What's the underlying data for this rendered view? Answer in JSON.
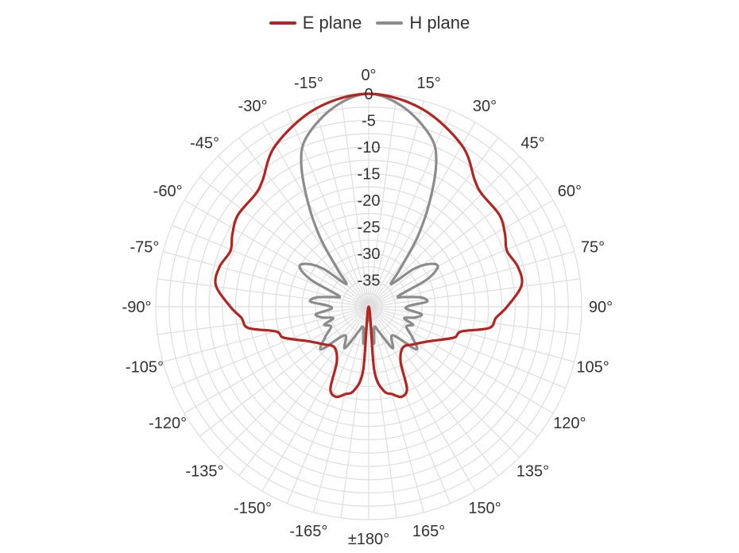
{
  "chart_data": {
    "type": "polar-line",
    "legend_position": "top",
    "angle_unit": "°",
    "angle_ticks": [
      "0°",
      "15°",
      "30°",
      "45°",
      "60°",
      "75°",
      "90°",
      "105°",
      "120°",
      "135°",
      "150°",
      "165°",
      "±180°",
      "-165°",
      "-150°",
      "-135°",
      "-120°",
      "-105°",
      "-90°",
      "-75°",
      "-60°",
      "-45°",
      "-30°",
      "-15°"
    ],
    "radial_ticks": [
      "0",
      "-5",
      "-10",
      "-15",
      "-20",
      "-25",
      "-30",
      "-35"
    ],
    "rlim": [
      -40,
      0
    ],
    "series": [
      {
        "name": "E plane",
        "color": "#b5231e",
        "points": [
          [
            0,
            0
          ],
          [
            15,
            -1.5
          ],
          [
            30,
            -5
          ],
          [
            40,
            -9
          ],
          [
            45,
            -10
          ],
          [
            55,
            -10
          ],
          [
            62,
            -11
          ],
          [
            68,
            -12
          ],
          [
            75,
            -11
          ],
          [
            82,
            -11
          ],
          [
            90,
            -14
          ],
          [
            95,
            -16
          ],
          [
            100,
            -17
          ],
          [
            105,
            -22
          ],
          [
            110,
            -23
          ],
          [
            120,
            -27
          ],
          [
            130,
            -29
          ],
          [
            140,
            -30
          ],
          [
            150,
            -28
          ],
          [
            155,
            -23
          ],
          [
            160,
            -22
          ],
          [
            165,
            -23
          ],
          [
            170,
            -24
          ],
          [
            175,
            -28
          ],
          [
            180,
            -40
          ],
          [
            -175,
            -28
          ],
          [
            -170,
            -24
          ],
          [
            -165,
            -23
          ],
          [
            -160,
            -22
          ],
          [
            -155,
            -23
          ],
          [
            -150,
            -28
          ],
          [
            -140,
            -30
          ],
          [
            -130,
            -29
          ],
          [
            -120,
            -27
          ],
          [
            -110,
            -23
          ],
          [
            -105,
            -22
          ],
          [
            -100,
            -17
          ],
          [
            -95,
            -16
          ],
          [
            -90,
            -14
          ],
          [
            -82,
            -11
          ],
          [
            -75,
            -11
          ],
          [
            -68,
            -12
          ],
          [
            -62,
            -11
          ],
          [
            -55,
            -10
          ],
          [
            -45,
            -10
          ],
          [
            -40,
            -9
          ],
          [
            -30,
            -5
          ],
          [
            -15,
            -1.5
          ]
        ]
      },
      {
        "name": "H plane",
        "color": "#8c8c8c",
        "points": [
          [
            0,
            0
          ],
          [
            10,
            -2
          ],
          [
            20,
            -6
          ],
          [
            25,
            -10
          ],
          [
            30,
            -17
          ],
          [
            35,
            -24
          ],
          [
            40,
            -31
          ],
          [
            45,
            -34
          ],
          [
            50,
            -29
          ],
          [
            55,
            -26
          ],
          [
            60,
            -25
          ],
          [
            65,
            -28
          ],
          [
            70,
            -34
          ],
          [
            75,
            -33
          ],
          [
            80,
            -30
          ],
          [
            85,
            -29
          ],
          [
            88,
            -32
          ],
          [
            93,
            -33
          ],
          [
            98,
            -30
          ],
          [
            103,
            -31
          ],
          [
            108,
            -33
          ],
          [
            112,
            -31
          ],
          [
            118,
            -32
          ],
          [
            125,
            -30
          ],
          [
            132,
            -28
          ],
          [
            140,
            -33
          ],
          [
            150,
            -31
          ],
          [
            158,
            -35
          ],
          [
            165,
            -36
          ],
          [
            172,
            -33
          ],
          [
            180,
            -38
          ],
          [
            -172,
            -33
          ],
          [
            -165,
            -36
          ],
          [
            -158,
            -35
          ],
          [
            -150,
            -31
          ],
          [
            -140,
            -33
          ],
          [
            -132,
            -28
          ],
          [
            -125,
            -30
          ],
          [
            -118,
            -32
          ],
          [
            -112,
            -31
          ],
          [
            -108,
            -33
          ],
          [
            -103,
            -31
          ],
          [
            -98,
            -30
          ],
          [
            -93,
            -33
          ],
          [
            -88,
            -32
          ],
          [
            -85,
            -29
          ],
          [
            -80,
            -30
          ],
          [
            -75,
            -33
          ],
          [
            -70,
            -34
          ],
          [
            -65,
            -28
          ],
          [
            -60,
            -25
          ],
          [
            -55,
            -26
          ],
          [
            -50,
            -29
          ],
          [
            -45,
            -34
          ],
          [
            -40,
            -31
          ],
          [
            -35,
            -24
          ],
          [
            -30,
            -17
          ],
          [
            -25,
            -10
          ],
          [
            -20,
            -6
          ],
          [
            -10,
            -2
          ]
        ]
      }
    ]
  }
}
